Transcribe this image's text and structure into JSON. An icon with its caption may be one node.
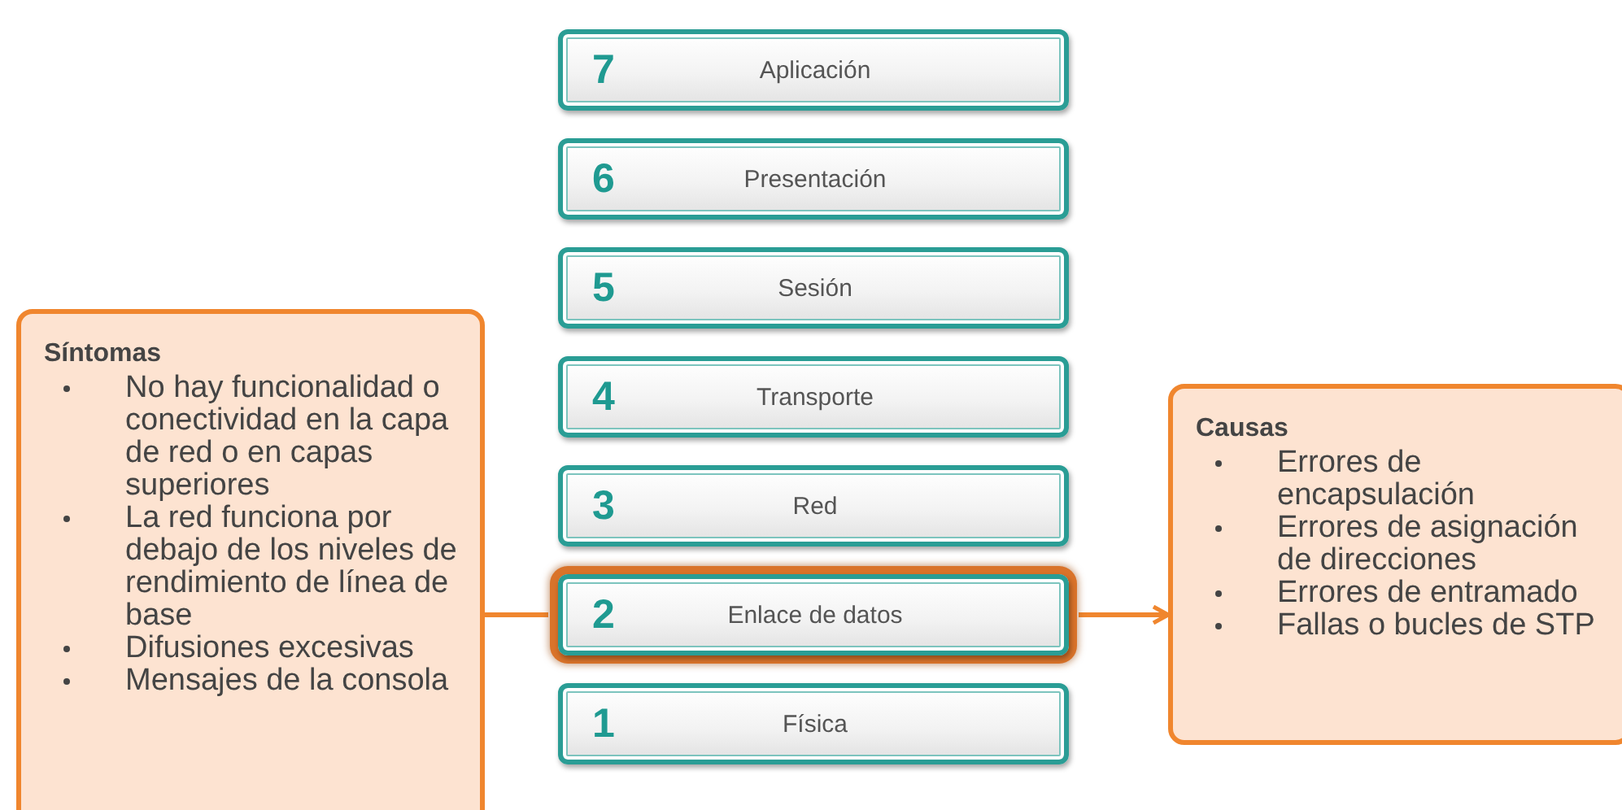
{
  "diagram": {
    "nodes": [
      {
        "text": [
          "7",
          "Aplicación"
        ]
      },
      {
        "text": [
          "6",
          "Presentación"
        ]
      },
      {
        "text": [
          "5",
          "Sesión"
        ]
      },
      {
        "text": [
          "4",
          "Transporte"
        ]
      },
      {
        "text": [
          "3",
          "Red"
        ]
      },
      {
        "text": [
          "2",
          "Enlace de datos"
        ]
      },
      {
        "text": [
          "1",
          "Física"
        ]
      },
      {
        "text": [
          "Síntomas",
          "No hay funcionalidad o conectividad en la capa de red o en capas superiores",
          "La red funciona por debajo de los niveles de rendimiento de línea de base",
          "Difusiones excesivas",
          "Mensajes de la consola"
        ]
      },
      {
        "text": [
          "Causas",
          "Errores de encapsulación",
          "Errores de asignación de direcciones",
          "Errores de entramado",
          "Fallas o bucles de STP"
        ]
      }
    ],
    "edges": [
      {
        "from": 7,
        "to": 5,
        "arrow": "none"
      },
      {
        "from": 5,
        "to": 8,
        "arrow": "to"
      }
    ]
  }
}
